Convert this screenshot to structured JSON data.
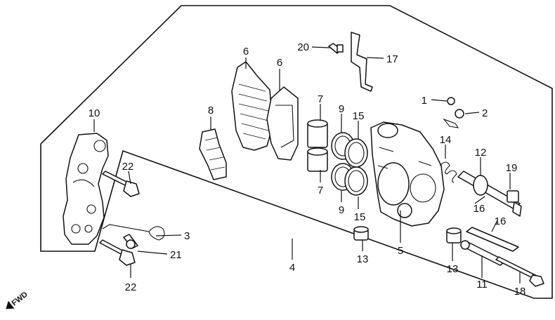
{
  "diagram": {
    "callouts": [
      "1",
      "2",
      "3",
      "4",
      "5",
      "6",
      "6",
      "7",
      "7",
      "8",
      "9",
      "9",
      "10",
      "11",
      "12",
      "13",
      "13",
      "14",
      "15",
      "15",
      "16",
      "16",
      "17",
      "18",
      "19",
      "20",
      "21",
      "22",
      "22"
    ],
    "fwd_label": "FWD"
  }
}
